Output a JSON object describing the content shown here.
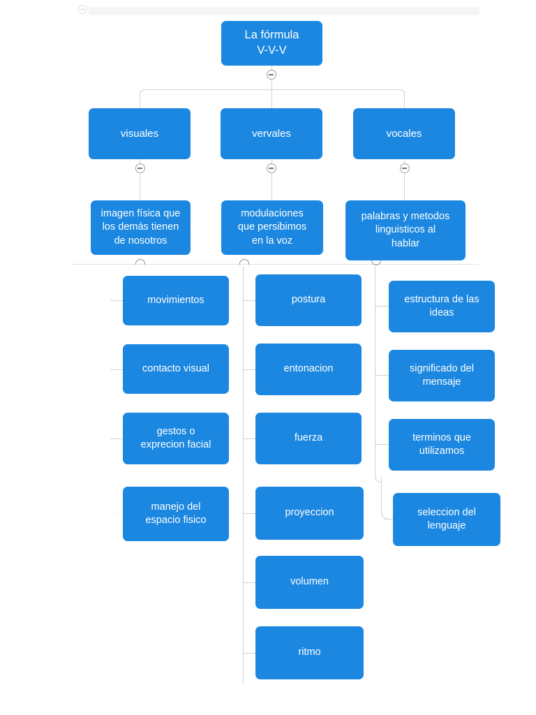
{
  "document": {
    "title": "La fórmula V-V-V",
    "background_color": "#ffffff",
    "node_color": "#1b87e0",
    "node_text_color": "#ffffff",
    "connector_color": "#cfd2d6"
  },
  "toolbar": {
    "strip_visible": true,
    "collapse_toggle_icon": "collapse-circle-icon"
  },
  "root": {
    "label": "La fórmula\nV-V-V",
    "toggle_icon": "minus-circle-icon"
  },
  "branches": [
    {
      "id": "visuales",
      "label": "visuales",
      "toggle_icon": "minus-circle-icon",
      "definition": "imagen física que\nlos demás tienen\nde nosotros",
      "definition_toggle_icon": "collapse-arc-icon",
      "leaves": [
        {
          "label": "movimientos"
        },
        {
          "label": "contacto visual"
        },
        {
          "label": "gestos o\nexprecion facial"
        },
        {
          "label": "manejo del\nespacio fisico"
        }
      ]
    },
    {
      "id": "vervales",
      "label": "vervales",
      "toggle_icon": "minus-circle-icon",
      "definition": "modulaciones\nque persibimos\nen la voz",
      "definition_toggle_icon": "collapse-arc-icon",
      "leaves": [
        {
          "label": "postura"
        },
        {
          "label": "entonacion"
        },
        {
          "label": "fuerza"
        },
        {
          "label": "proyeccion"
        },
        {
          "label": "volumen"
        },
        {
          "label": "ritmo"
        }
      ]
    },
    {
      "id": "vocales",
      "label": "vocales",
      "toggle_icon": "minus-circle-icon",
      "definition": "palabras y metodos\nlinguisticos al\nhablar",
      "definition_toggle_icon": "expand-arc-icon",
      "leaves": [
        {
          "label": "estructura de las\nideas"
        },
        {
          "label": "significado del\nmensaje"
        },
        {
          "label": "terminos que\nutilizamos"
        },
        {
          "label": "seleccion del\nlenguaje"
        }
      ]
    }
  ]
}
